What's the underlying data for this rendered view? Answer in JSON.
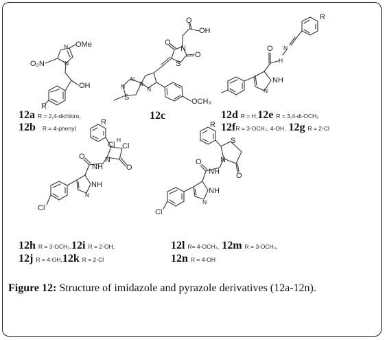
{
  "structures": {
    "12a_12b": {
      "atoms": {
        "ome": "OMe",
        "o2n": "O₂N",
        "n_top": "N",
        "n_ring": "N",
        "oh": "OH",
        "r": "R"
      },
      "id_a": "12a",
      "sub_a": "R = 2,4-dichloro,",
      "id_b": "12b",
      "sub_b": "R = 4-phenyl"
    },
    "12c": {
      "atoms": {
        "o_acid": "O",
        "oh": "OH",
        "o_top": "O",
        "n_tz": "N",
        "s_tz": "S",
        "o_right": "O",
        "n1": "N",
        "n2": "N",
        "n3": "N",
        "s_thd": "S",
        "n_im": "N",
        "och3": "OCH₃"
      },
      "id": "12c"
    },
    "12d_12g": {
      "atoms": {
        "r": "R",
        "n_hz": "N",
        "o": "O",
        "nh_hz": "H",
        "n_py": "N",
        "nh_py": "NH"
      },
      "line1_id1": "12d",
      "line1_sub1": "R = H,",
      "line1_id2": "12e",
      "line1_sub2": "R = 3,4-di-OCH₃",
      "line2_id1": "12f",
      "line2_sub1": "R = 3-OCH₃, 4-OH,",
      "line2_id2": "12g",
      "line2_sub2": "R = 2-Cl"
    },
    "12h_12k": {
      "atoms": {
        "r": "R",
        "cl1": "Cl",
        "h": "H",
        "cl2": "Cl",
        "n": "N",
        "o_ring": "O",
        "o_amide": "O",
        "nh": "NH",
        "n_py": "N",
        "nh_py": "NH",
        "cl_ph": "Cl"
      },
      "line1_id1": "12h",
      "line1_sub1": "R = 3-OCH₃,",
      "line1_id2": "12i",
      "line1_sub2": "R = 2-OH,",
      "line2_id1": "12j",
      "line2_sub1": "R = 4-OH,",
      "line2_id2": "12k",
      "line2_sub2": "R = 2-Cl"
    },
    "12l_12n": {
      "atoms": {
        "r": "R",
        "s": "S",
        "n": "N",
        "o_amide": "O",
        "nh": "NH",
        "o_ring": "O",
        "n_py": "N",
        "nh_py": "NH",
        "cl": "Cl"
      },
      "line1_id1": "12l",
      "line1_sub1": "R= 4-OCH₃,",
      "line1_id2": "12m",
      "line1_sub2": "R = 3-OCH₃,",
      "line2_id1": "12n",
      "line2_sub1": "R = 4-OH"
    }
  },
  "caption": {
    "label": "Figure 12:",
    "text": " Structure of imidazole and pyrazole derivatives (12a-12n)."
  }
}
